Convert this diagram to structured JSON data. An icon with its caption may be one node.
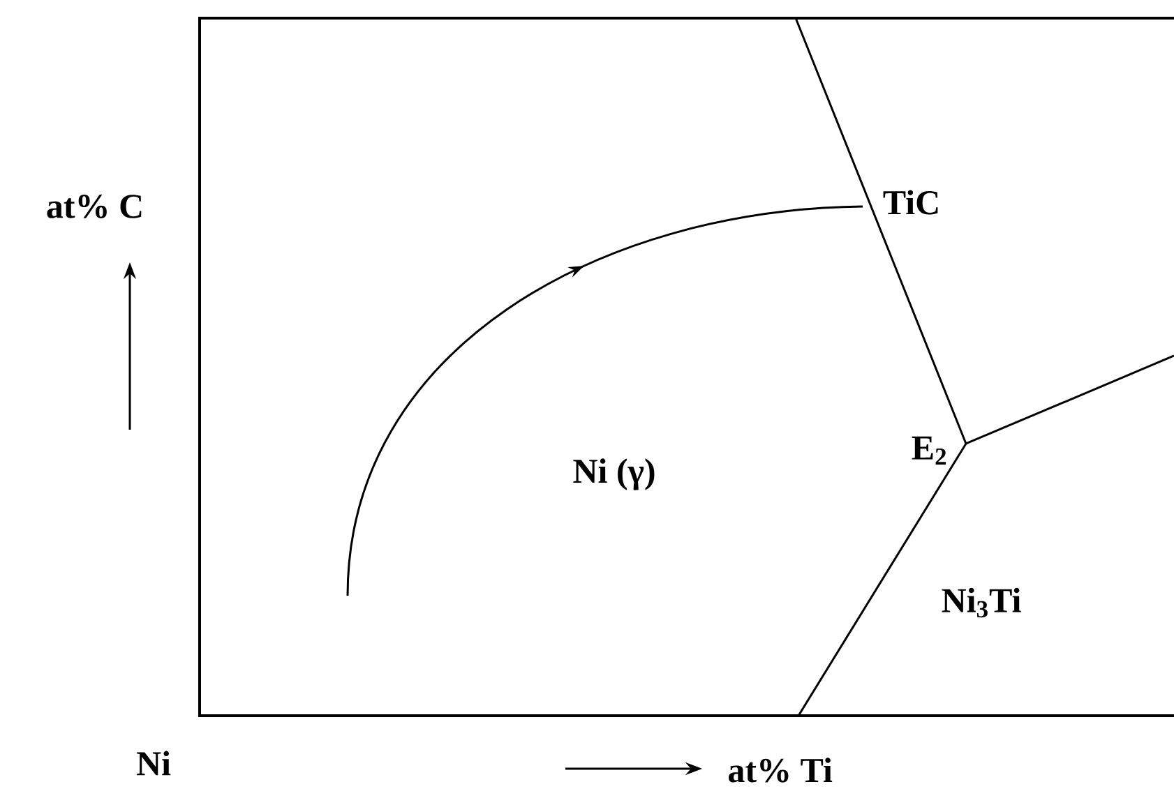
{
  "diagram": {
    "labels": [
      "at% C",
      "TiC",
      "Ni (γ)",
      "E$_{2}$",
      "Ni$_{3}$Ti",
      "Ni",
      "at% Ti"
    ]
  }
}
